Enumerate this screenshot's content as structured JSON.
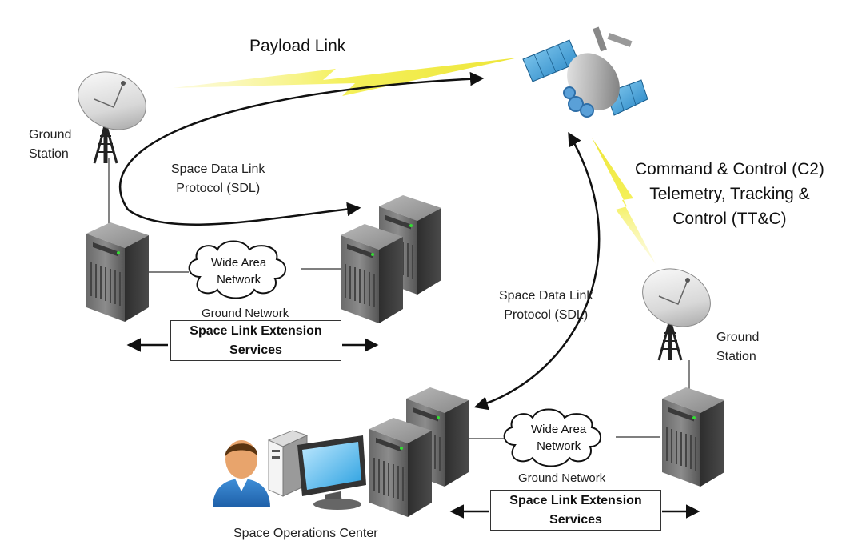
{
  "labels": {
    "payload_link": "Payload Link",
    "ground_station_left": [
      "Ground",
      "Station"
    ],
    "ground_station_right": [
      "Ground",
      "Station"
    ],
    "sdl_left": [
      "Space Data Link",
      "Protocol (SDL)"
    ],
    "sdl_right": [
      "Space Data Link",
      "Protocol (SDL)"
    ],
    "c2": [
      "Command & Control (C2)",
      "Telemetry, Tracking &",
      "Control (TT&C)"
    ],
    "wan_left": [
      "Wide Area",
      "Network"
    ],
    "wan_right": [
      "Wide Area",
      "Network"
    ],
    "ground_network_left": "Ground Network",
    "ground_network_right": "Ground Network",
    "sle_left": [
      "Space Link Extension",
      "Services"
    ],
    "sle_right": [
      "Space Link Extension",
      "Services"
    ],
    "soc": "Space Operations Center"
  },
  "icons": [
    "satellite-icon",
    "dish-antenna-icon",
    "server-tower-icon",
    "cloud-icon",
    "user-icon",
    "desktop-computer-icon",
    "lightning-bolt-icon"
  ],
  "colors": {
    "lightning": "#f2ef3a",
    "server_dark": "#3d3d3d",
    "server_light": "#9a9a9a",
    "arrow": "#111111",
    "satellite_panel": "#3fa4dd"
  }
}
